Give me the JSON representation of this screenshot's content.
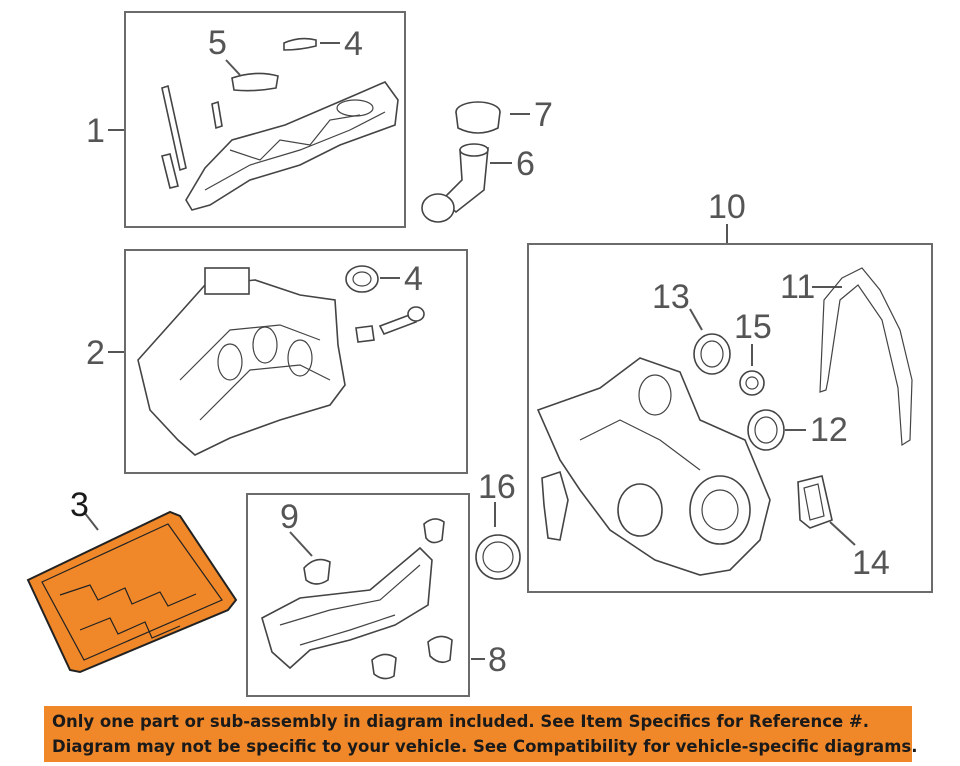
{
  "callouts": {
    "c1": "1",
    "c2": "2",
    "c3": "3",
    "c4a": "4",
    "c4b": "4",
    "c5": "5",
    "c6": "6",
    "c7": "7",
    "c8": "8",
    "c9": "9",
    "c10": "10",
    "c11": "11",
    "c12": "12",
    "c13": "13",
    "c14": "14",
    "c15": "15",
    "c16": "16"
  },
  "highlight_color": "#f0882a",
  "disclaimer": {
    "line1": "Only one part or sub-assembly in diagram included. See Item Specifics for Reference #.",
    "line2": "Diagram may not be specific to your vehicle. See Compatibility for vehicle-specific diagrams."
  }
}
